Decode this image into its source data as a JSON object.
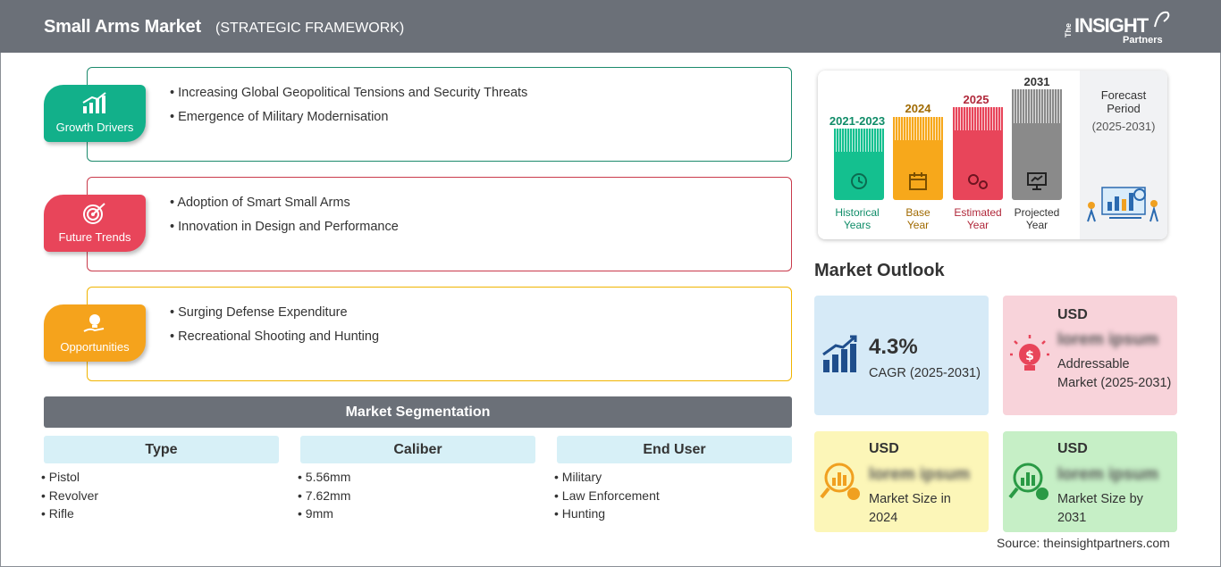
{
  "header": {
    "title": "Small Arms Market",
    "subtitle": "(STRATEGIC FRAMEWORK)",
    "logo": {
      "the": "The",
      "insight": "INSIGHT",
      "partners": "Partners"
    }
  },
  "framework": [
    {
      "label": "Growth Drivers",
      "color": "#12b08a",
      "border": "#1c8a6c",
      "icon": "growth-chart-icon",
      "points": [
        "Increasing Global Geopolitical Tensions and Security Threats",
        "Emergence of Military Modernisation"
      ]
    },
    {
      "label": "Future Trends",
      "color": "#e8455a",
      "border": "#c93a4b",
      "icon": "target-icon",
      "points": [
        "Adoption of Smart Small Arms",
        "Innovation in Design and Performance"
      ]
    },
    {
      "label": "Opportunities",
      "color": "#f5a31c",
      "border": "#f0b400",
      "icon": "lightbulb-hand-icon",
      "points": [
        "Surging Defense Expenditure",
        "Recreational Shooting and Hunting"
      ]
    }
  ],
  "segmentation": {
    "title": "Market Segmentation",
    "columns": [
      {
        "header": "Type",
        "items": [
          "Pistol",
          "Revolver",
          "Rifle"
        ]
      },
      {
        "header": "Caliber",
        "items": [
          "5.56mm",
          "7.62mm",
          "9mm"
        ]
      },
      {
        "header": "End User",
        "items": [
          "Military",
          "Law Enforcement",
          "Hunting"
        ]
      }
    ]
  },
  "timeline": {
    "periods": [
      {
        "year": "2021-2023",
        "label1": "Historical",
        "label2": "Years",
        "color": "#14c08f",
        "text_color": "#0f8c68",
        "icon": "history-icon"
      },
      {
        "year": "2024",
        "label1": "Base",
        "label2": "Year",
        "color": "#f7a81b",
        "text_color": "#a06a00",
        "icon": "calendar-icon"
      },
      {
        "year": "2025",
        "label1": "Estimated",
        "label2": "Year",
        "color": "#e8455a",
        "text_color": "#b0283a",
        "icon": "gears-icon"
      },
      {
        "year": "2031",
        "label1": "Projected",
        "label2": "Year",
        "color": "#8a8a8a",
        "text_color": "#333333",
        "icon": "presentation-icon"
      }
    ],
    "forecast": {
      "line1": "Forecast",
      "line2": "Period",
      "range": "(2025-2031)"
    }
  },
  "outlook": {
    "title": "Market Outlook",
    "cagr": {
      "value": "4.3%",
      "label": "CAGR (2025-2031)",
      "color": "#d6eaf7"
    },
    "addressable": {
      "usd": "USD",
      "value": "lorem ipsum",
      "label": "Addressable Market (2025-2031)",
      "color": "#f8d3da"
    },
    "size_2024": {
      "usd": "USD",
      "value": "lorem ipsum",
      "label": "Market Size in 2024",
      "color": "#fcf6b8"
    },
    "size_2031": {
      "usd": "USD",
      "value": "lorem ipsum",
      "label": "Market Size by 2031",
      "color": "#c6efc6"
    }
  },
  "source": "Source: theinsightpartners.com"
}
